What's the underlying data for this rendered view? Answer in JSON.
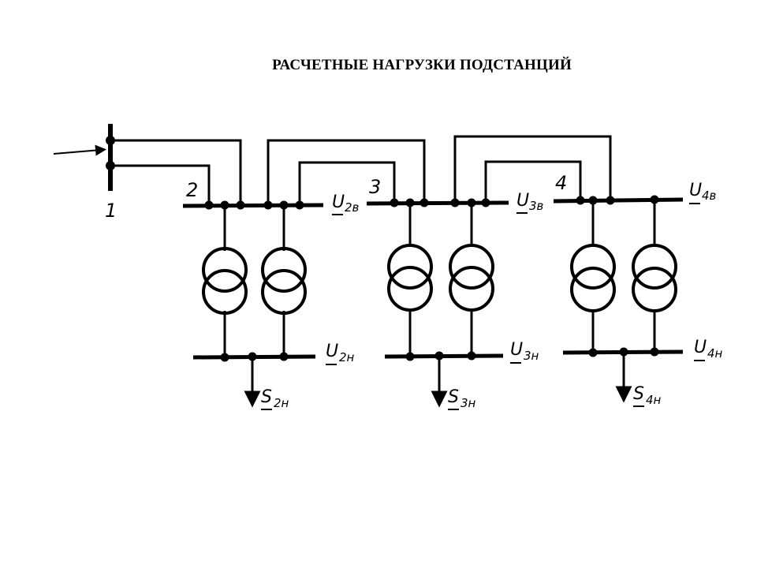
{
  "title": "РАСЧЕТНЫЕ НАГРУЗКИ ПОДСТАНЦИЙ",
  "nodes": {
    "n1": "1",
    "n2": "2",
    "n3": "3",
    "n4": "4"
  },
  "labels": {
    "u2v_main": "U",
    "u2v_sub": "2в",
    "u3v_main": "U",
    "u3v_sub": "3в",
    "u4v_main": "U",
    "u4v_sub": "4в",
    "u2n_main": "U",
    "u2n_sub": "2н",
    "u3n_main": "U",
    "u3n_sub": "3н",
    "u4n_main": "U",
    "u4n_sub": "4н",
    "s2n_main": "S",
    "s2n_sub": "2н",
    "s3n_main": "S",
    "s3n_sub": "3н",
    "s4n_main": "S",
    "s4n_sub": "4н"
  }
}
